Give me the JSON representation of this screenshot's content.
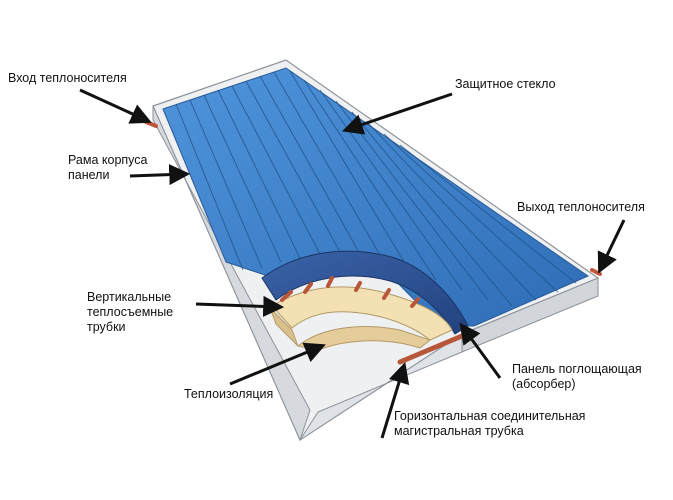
{
  "labels": {
    "inlet": "Вход теплоносителя",
    "glass": "Защитное стекло",
    "frame_line1": "Рама корпуса",
    "frame_line2": "панели",
    "outlet": "Выход теплоносителя",
    "tubes_line1": "Вертикальные",
    "tubes_line2": "теплосъемные",
    "tubes_line3": "трубки",
    "absorber_line1": "Панель поглощающая",
    "absorber_line2": "(абсорбер)",
    "insulation": "Теплоизоляция",
    "header_line1": "Горизонтальная соединительная",
    "header_line2": "магистральная трубка"
  },
  "colors": {
    "glass_blue": "#3d7fc9",
    "frame_gray": "#e7e9ec",
    "insulation": "#f3e1b4",
    "pipe_copper": "#c8694a",
    "arrow": "#111111"
  }
}
